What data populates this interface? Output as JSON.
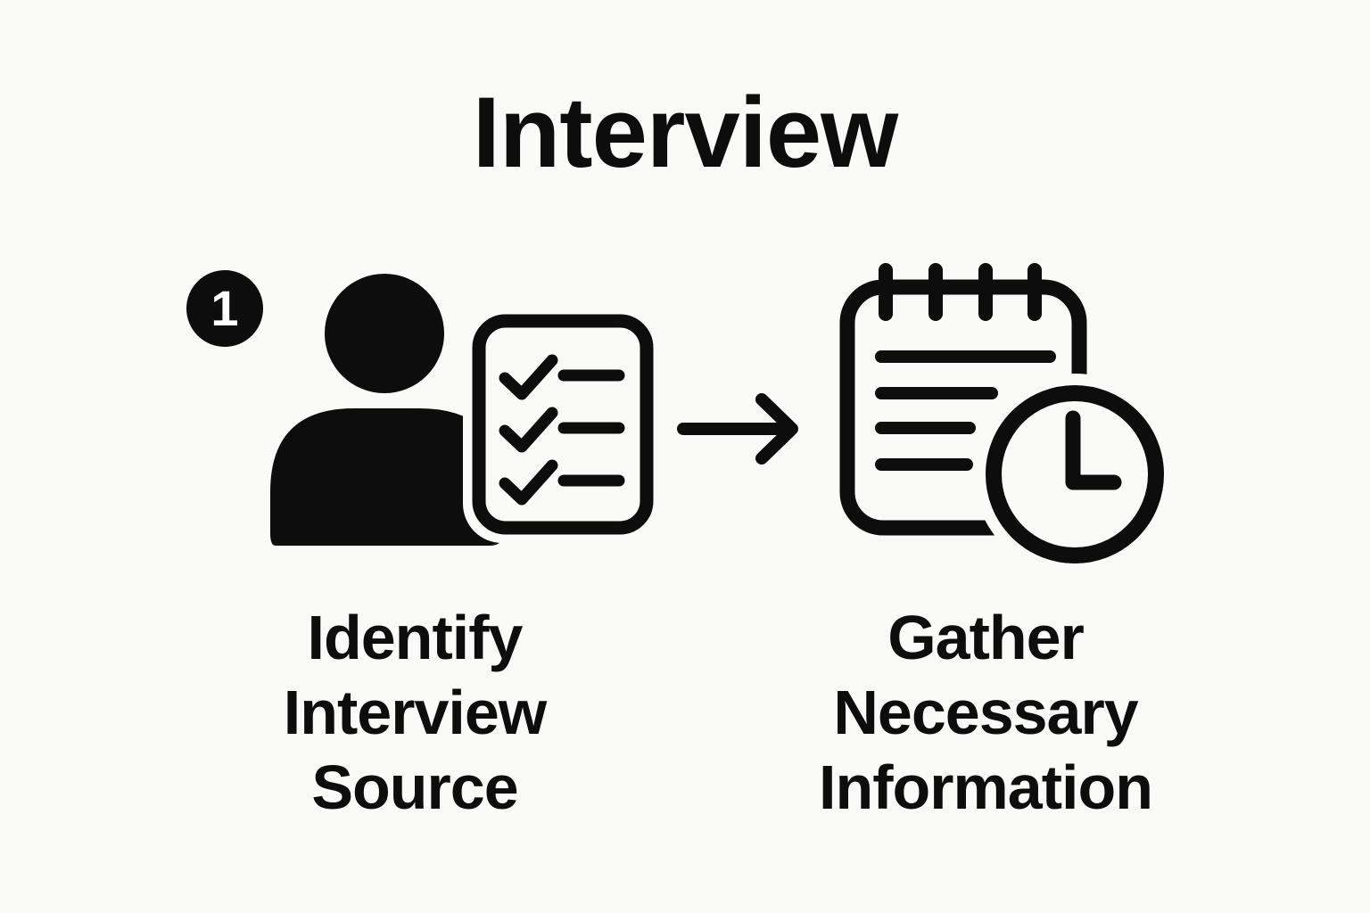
{
  "colors": {
    "ink": "#0d0d0d",
    "background": "#fafaf9",
    "badge_text": "#ffffff"
  },
  "title": "Interview",
  "steps": [
    {
      "number": "1",
      "icon": "person-checklist-icon",
      "label": "Identify Interview Source",
      "label_lines": [
        "Identify",
        "Interview",
        "Source"
      ]
    },
    {
      "icon": "notepad-clock-icon",
      "label": "Gather Necessary Information",
      "label_lines": [
        "Gather",
        "Necessary",
        "Information"
      ]
    }
  ],
  "connector": {
    "icon": "arrow-right-icon",
    "direction": "right"
  }
}
